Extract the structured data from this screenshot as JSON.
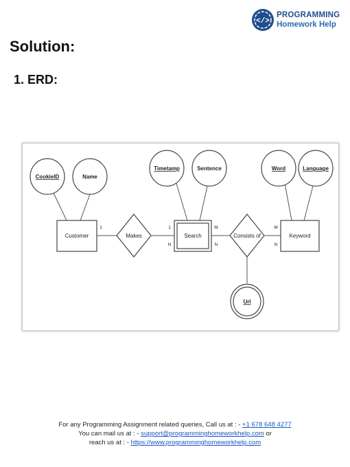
{
  "logo": {
    "line1": "PROGRAMMING",
    "line2": "Homework Help",
    "icon": "code-brackets-icon"
  },
  "heading": "Solution:",
  "subheading": "1. ERD:",
  "erd": {
    "entities": {
      "customer": "Customer",
      "search": "Search",
      "keyword": "Keyword"
    },
    "relationships": {
      "makes": "Makes",
      "consists_of": "Consists of"
    },
    "attributes": {
      "cookieid": "CookieID",
      "name": "Name",
      "timetamp": "Timetamp",
      "sentence": "Sentence",
      "word": "Word",
      "language": "Language",
      "url": "Url"
    },
    "cardinalities": {
      "c1": "1",
      "c2": "1",
      "c3": "N",
      "c4": "M",
      "c5": "N",
      "c6": "M",
      "c7": "N"
    }
  },
  "footer": {
    "line1_text": "For any Programming Assignment related queries, Call us at : - ",
    "phone": "+1 678 648 4277",
    "line2_text": "You can mail us at : - ",
    "email": "support@programminghomeworkhelp.com",
    "line2_suffix": " or",
    "line3_text": "reach us at : - ",
    "url": "https://www.programminghomeworkhelp.com"
  }
}
